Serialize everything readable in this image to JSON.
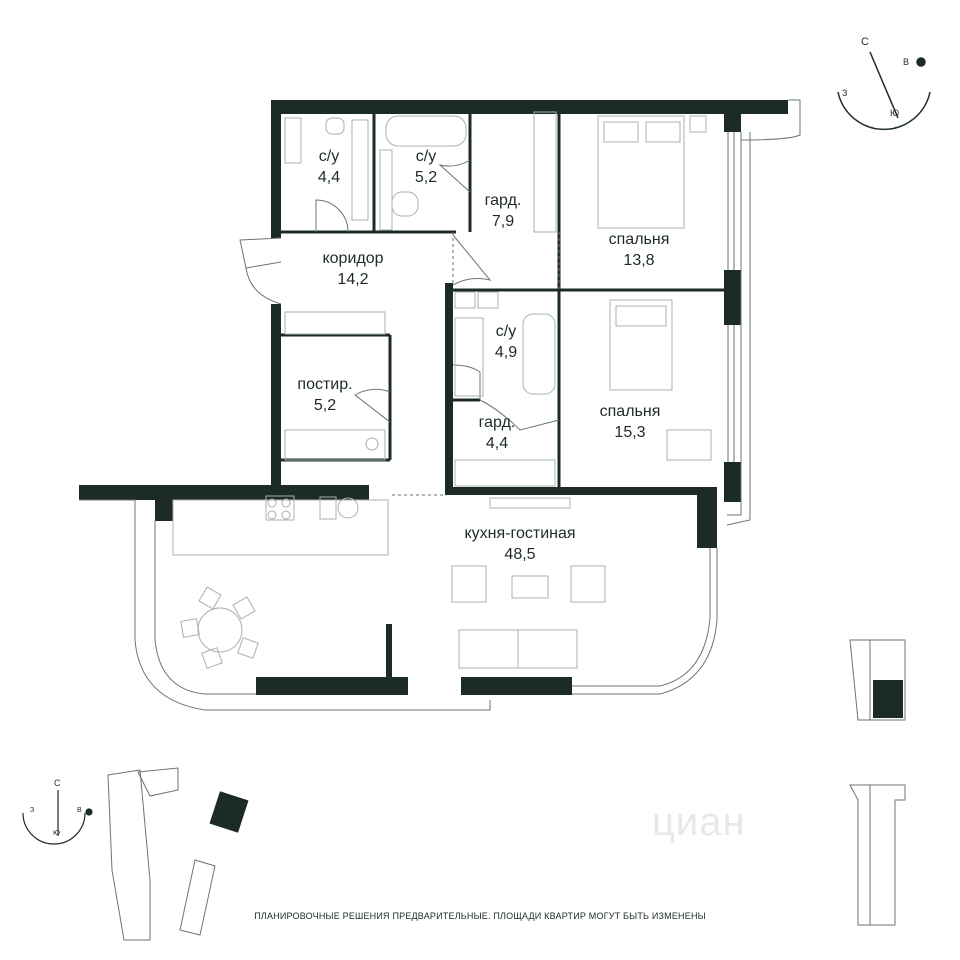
{
  "colors": {
    "wall": "#1d2b26",
    "line": "#6b7571",
    "thin": "#a9b0ad",
    "watermark": "#e7e9e8"
  },
  "rooms": [
    {
      "id": "wc1",
      "name": "с/у",
      "area": "4,4"
    },
    {
      "id": "wc2",
      "name": "с/у",
      "area": "5,2"
    },
    {
      "id": "gard1",
      "name": "гард.",
      "area": "7,9"
    },
    {
      "id": "bed1",
      "name": "спальня",
      "area": "13,8"
    },
    {
      "id": "corridor",
      "name": "коридор",
      "area": "14,2"
    },
    {
      "id": "wc3",
      "name": "с/у",
      "area": "4,9"
    },
    {
      "id": "laundry",
      "name": "постир.",
      "area": "5,2"
    },
    {
      "id": "gard2",
      "name": "гард.",
      "area": "4,4"
    },
    {
      "id": "bed2",
      "name": "спальня",
      "area": "15,3"
    },
    {
      "id": "kitchen",
      "name": "кухня-гостиная",
      "area": "48,5"
    }
  ],
  "compass_main": {
    "north": "С",
    "east": "В",
    "west": "З",
    "south": "Ю"
  },
  "compass_small": {
    "north": "С",
    "east": "В",
    "west": "З",
    "south": "Ю"
  },
  "watermark": "циан",
  "disclaimer": "ПЛАНИРОВОЧНЫЕ РЕШЕНИЯ ПРЕДВАРИТЕЛЬНЫЕ. ПЛОЩАДИ КВАРТИР МОГУТ БЫТЬ ИЗМЕНЕНЫ"
}
